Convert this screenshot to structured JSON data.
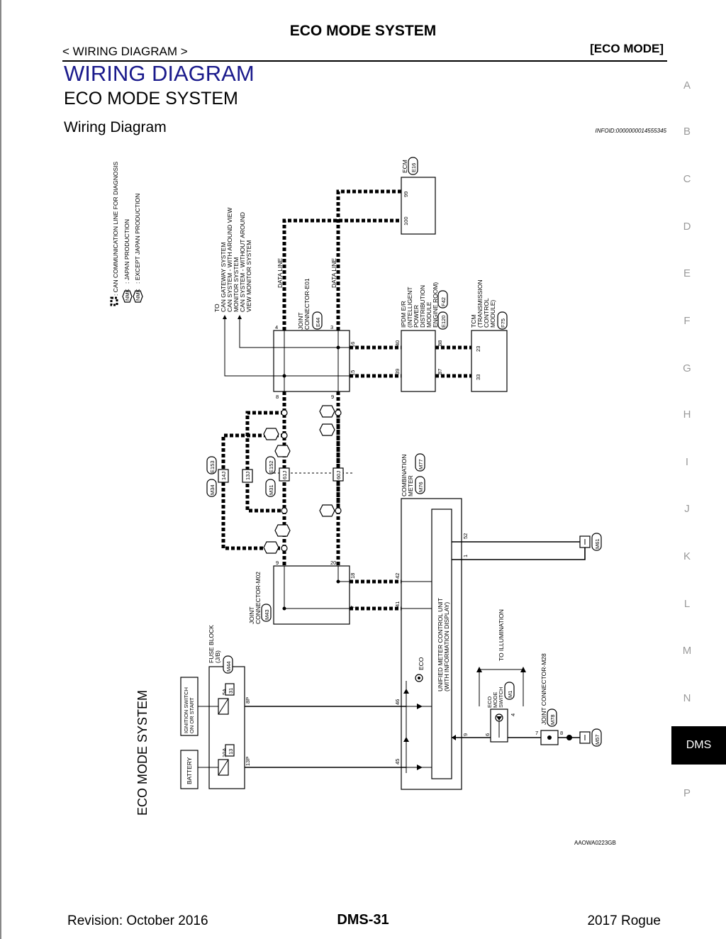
{
  "header": {
    "system_title": "ECO MODE SYSTEM",
    "breadcrumb": "< WIRING DIAGRAM >",
    "section_tag": "[ECO MODE]"
  },
  "headings": {
    "h1": "WIRING DIAGRAM",
    "h2": "ECO MODE SYSTEM",
    "h3": "Wiring Diagram",
    "infoid": "INFOID:0000000014555345"
  },
  "side_index": [
    "A",
    "B",
    "C",
    "D",
    "E",
    "F",
    "G",
    "H",
    "I",
    "J",
    "K",
    "L",
    "M",
    "N",
    "DMS",
    "P"
  ],
  "diagram": {
    "vertical_title": "ECO MODE SYSTEM",
    "image_code": "AAOWA0223GB",
    "legend": {
      "can_line": ": CAN COMMUNICATION LINE FOR DIAGNOSIS",
      "jp": ": JAPAN PRODUCTION",
      "ex_jp": ": EXCEPT JAPAN PRODUCTION",
      "nmk_label": "NMK",
      "smk_label": "SMK"
    },
    "to_text": {
      "to": "TO",
      "l1": "CAN GATEWAY SYSTEM",
      "l2": "CAN SYSTEM - WITH AROUND VIEW",
      "l3": "MONITOR SYSTEM",
      "l4": "CAN SYSTEM - WITHOUT AROUND",
      "l5": "VIEW MONITOR SYSTEM"
    },
    "data_line": "DATA LINE",
    "ecm": {
      "name": "ECM",
      "conn": "E16",
      "p1": "100",
      "p2": "99"
    },
    "jc_e01": {
      "line1": "JOINT",
      "line2": "CONNECTOR-E01",
      "conn": "E44",
      "p4": "4",
      "p3": "3",
      "p8": "8",
      "p9": "9",
      "p16": "16",
      "p15": "15"
    },
    "ipdm": {
      "l1": "IPDM E/R",
      "l2": "(INTELLIGENT",
      "l3": "POWER",
      "l4": "DISTRIBUTION",
      "l5": "MODULE",
      "l6": "ENGINE ROOM)",
      "conn1": "E120",
      "conn2": "F42",
      "p40": "40",
      "p39": "39",
      "p88": "88",
      "p87": "87"
    },
    "tcm": {
      "l1": "TCM",
      "l2": "(TRANSMISSION",
      "l3": "CONTROL",
      "l4": "MODULE)",
      "conn": "F75",
      "p23": "23",
      "p33": "33"
    },
    "harness": {
      "m34": "M34",
      "e153": "E153",
      "p14j": "14J",
      "p13j": "13J",
      "m31": "M31",
      "e152": "E152",
      "p61j": "61J",
      "p60j": "60J"
    },
    "jc_m02": {
      "line1": "JOINT",
      "line2": "CONNECTOR-M02",
      "conn": "M43",
      "p9": "9",
      "p20": "20",
      "p18": "18",
      "p7": "7"
    },
    "combo": {
      "l1": "COMBINATION",
      "l2": "METER",
      "conn1": "M76",
      "conn2": "M77",
      "p52": "52",
      "p1": "1",
      "p42": "42",
      "p41": "41",
      "p46": "46",
      "p45": "45",
      "p9": "9",
      "unit1": "UNIFIED METER CONTROL UNIT",
      "unit2": "(WITH INFORMATION DISPLAY)",
      "eco": "ECO"
    },
    "ground_top": "M61",
    "ground_bottom": "M57",
    "eco_switch": {
      "l1": "ECO",
      "l2": "MODE",
      "l3": "SWITCH",
      "conn": "M1",
      "p6": "6",
      "p4": "4",
      "to_illum": "TO ILLUMINATION"
    },
    "jc_m28": {
      "label": "JOINT CONNECTOR-M28",
      "conn": "M78",
      "p7": "7",
      "p8": "8"
    },
    "fuse": {
      "l1": "FUSE BLOCK",
      "l2": "(J/B)",
      "conn": "M44",
      "f1a": "5A",
      "f1n": "31",
      "f2a": "10A",
      "f2n": "13",
      "p8p": "8P",
      "p13p": "13P"
    },
    "ign": {
      "l1": "IGNITION SWITCH",
      "l2": "ON OR START"
    },
    "battery": "BATTERY"
  },
  "footer": {
    "revision": "Revision: October 2016",
    "page": "DMS-31",
    "model": "2017 Rogue"
  }
}
